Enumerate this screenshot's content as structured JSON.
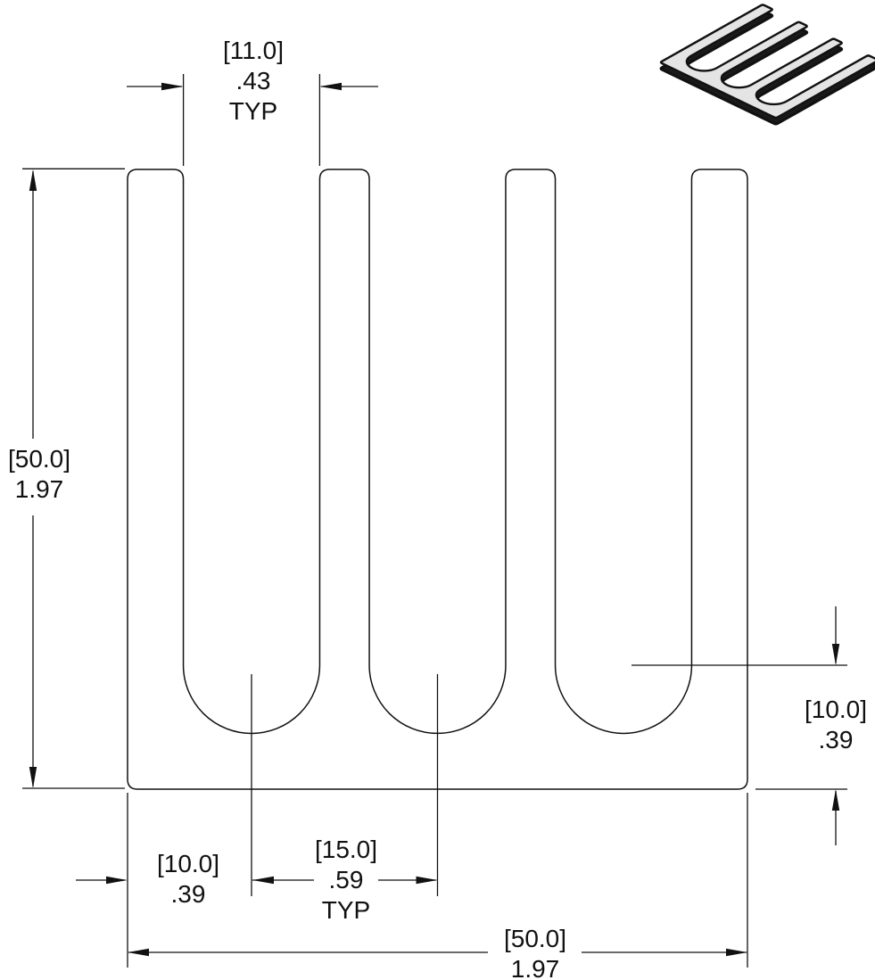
{
  "drawing": {
    "colors": {
      "line": "#111111",
      "iso_fill": "#e4e4e4",
      "background": "#ffffff"
    },
    "dimensions": {
      "slot_width": {
        "metric": "[11.0]",
        "inch": ".43",
        "qualifier": "TYP"
      },
      "overall_height": {
        "metric": "[50.0]",
        "inch": "1.97"
      },
      "base_thickness": {
        "metric": "[10.0]",
        "inch": ".39"
      },
      "edge_to_first_slot": {
        "metric": "[10.0]",
        "inch": ".39"
      },
      "slot_pitch": {
        "metric": "[15.0]",
        "inch": ".59",
        "qualifier": "TYP"
      },
      "overall_width": {
        "metric": "[50.0]",
        "inch": "1.97"
      }
    }
  }
}
